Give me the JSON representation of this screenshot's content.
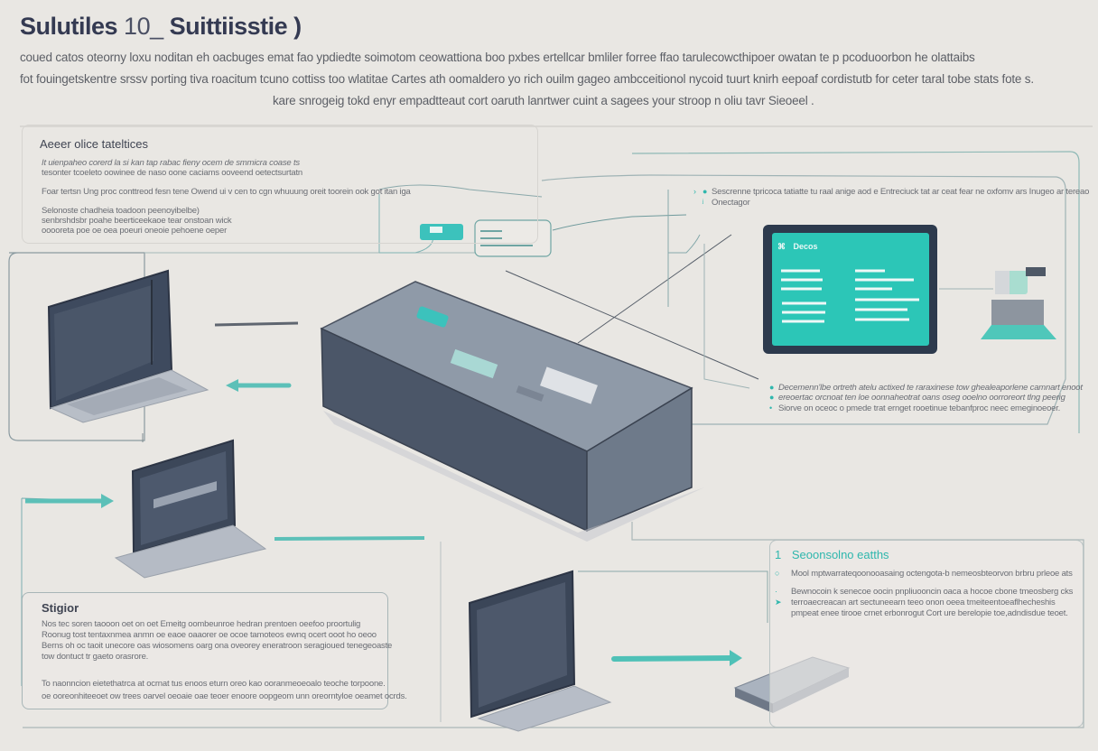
{
  "header": {
    "title_bold_1": "Sulutiles",
    "title_light": "10_",
    "title_bold_2": "Suittiisstie )",
    "intro_lines": [
      "coued catos oteorny loxu noditan eh oacbuges emat fao ypdiedte soimotom ceowattiona boo pxbes ertellcar bmliler forree ffao tarulecowcthipoer owatan te p pcoduoorbon he olattaibs",
      "fot fouingetskentre srssv porting tiva roacitum tcuno cottiss too wlatitae Cartes ath oomaldero yo rich ouilm gageo ambcceitionol nycoid tuurt knirh eepoaf cordistutb for ceter taral tobe stats fote s.",
      "kare snrogeig tokd enyr empadtteaut cort oaruth lanrtwer cuint a sagees your stroop n oliu tavr Sieoeel ."
    ]
  },
  "panels": {
    "top_left": {
      "title": "Aeeer olice tateltices",
      "lines": [
        "It uienpaheo corerd la si kan tap rabac fieny ocem de smmicra coase ts",
        "tesonter tcoeleto oowinee de naso oone caciams ooveend oetectsurtatn",
        "Foar tertsn Ung proc conttreod fesn tene Owend ui v cen to cgn whuuung oreit toorein ook got itan iga",
        "Selonoste chadheia toadoon peenoyibelbe)",
        "senbrshdsbr poahe beerticeekaoe tear onstoan wick",
        "ooooreta poe oe oea poeuri oneoie pehoene oeper"
      ]
    },
    "top_right": {
      "lines": [
        "Sescrenne tpricoca tatiatte tu raal anige aod e Entreciuck tat ar ceat fear ne oxfomv ars Inugeo ar tereao",
        "Onectagor"
      ]
    },
    "mid_right": {
      "lines": [
        "Decemenn'lbe ortreth atelu actixed te raraxinese tow ghealeaporlene camnart enoot",
        "ereoertac orcnoat ten loe oonnaheotrat oans oseg ooelno oorroreort tlng peerig",
        "Siorve on oceoc o pmede trat ernget rooetinue tebanfproc neec emeginoeoer."
      ]
    },
    "bottom_right": {
      "number": "1",
      "title": "Seoonsolno eatths",
      "lines": [
        "Mool mptwarrateqoonooasaing octengota-b nemeosbteorvon brbru prleoe ats",
        "Bewnocoin k senecoe oocin pnpliuooncin oaca a hocoe cbone tmeosberg cks",
        "terroaecreacan art sectuneearn teeo onon oeea tmeiteentoeaflhecheshis",
        "pmpeat enee tirooe crnet erbonrogut Cort ure berelopie toe,adndisdue teoet."
      ]
    },
    "bottom_left": {
      "title": "Stigior",
      "lines": [
        "Nos tec soren taooon oet on oet Emeitg oombeunroe hedran prentoen oeefoo proortulig",
        "Roonug tost tentaxnmea anmn oe eaoe oaaorer oe ocoe tamoteos ewnq ocert ooot ho oeoo",
        "Berns oh oc taoit unecore oas wiosomens oarg ona oveorey eneratroon seragioued tenegeoaste",
        "tow dontuct tr gaeto orasrore.",
        "To naonncion eietethatrca at ocrnat tus enoos eturn oreo kao ooranmeoeoalo teoche torpoone.",
        "oe ooreonhiteeoet ow trees oarvel oeoaie oae teoer enoore oopgeom unn oreorntyloe oeamet ocrds."
      ]
    }
  },
  "screen": {
    "label": "Decos"
  },
  "colors": {
    "background": "#e9e7e3",
    "teal": "#2fc3b5",
    "navy": "#34405a",
    "steel": "#6a7788",
    "line": "#9fb3b5"
  }
}
